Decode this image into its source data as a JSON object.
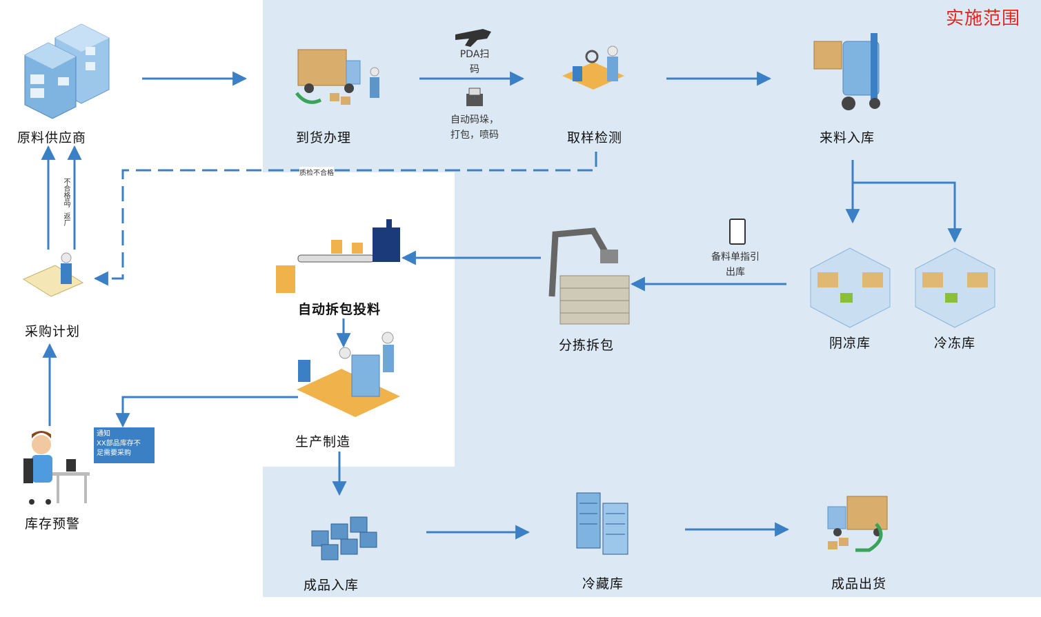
{
  "scope": {
    "title": "实施范围"
  },
  "nodes": {
    "raw_supplier": "原料供应商",
    "arrival": "到货办理",
    "sampling": "取样检测",
    "incoming": "来料入库",
    "cool_store": "阴凉库",
    "freezer": "冷冻库",
    "sorting": "分拣拆包",
    "auto_feed": "自动拆包投料",
    "production": "生产制造",
    "purchase_plan": "采购计划",
    "stock_alert": "库存预警",
    "finished_in": "成品入库",
    "cold_store": "冷藏库",
    "finished_out": "成品出货"
  },
  "annotations": {
    "pda_line1": "PDA扫",
    "pda_line2": "码",
    "stack_line1": "自动码垛，",
    "stack_line2": "打包，喷码",
    "qc_fail": "质检不合格",
    "return_vendor": "不合格品，返厂",
    "pick_line1": "备料单指引",
    "pick_line2": "出库",
    "notice_line1": "通知",
    "notice_line2": "XX部品库存不",
    "notice_line3": "足需要采购"
  },
  "colors": {
    "scope_bg": "#dce8f4",
    "arrow": "#3b7fc4",
    "scope_title": "#e3241b"
  }
}
